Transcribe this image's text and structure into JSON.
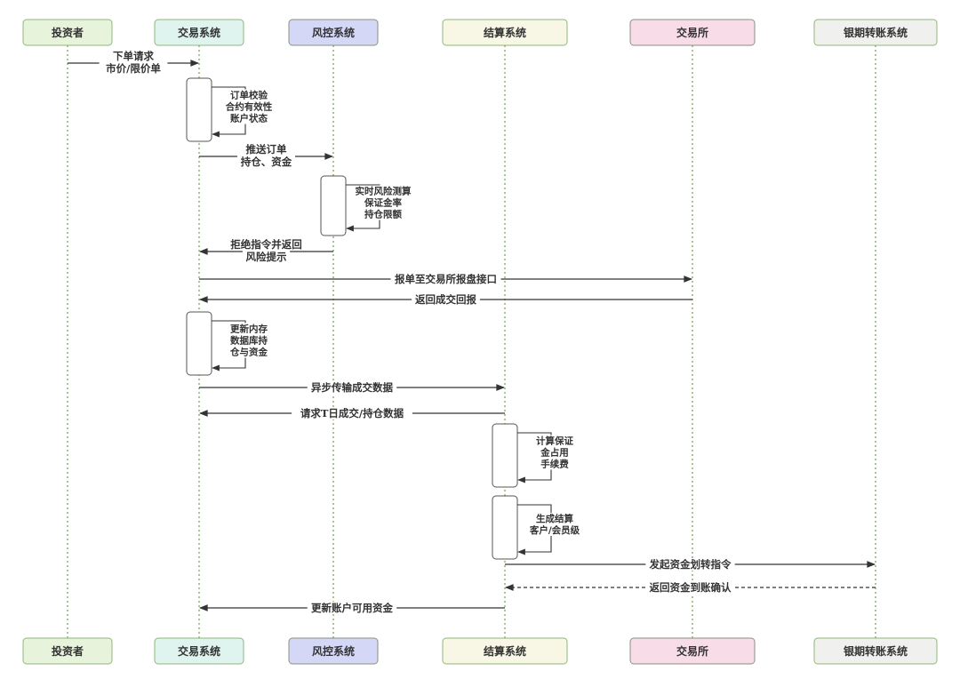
{
  "diagram": {
    "type": "sequence",
    "actors": [
      {
        "id": "investor",
        "label": "投资者",
        "fill": "#e8f3dc",
        "stroke": "#8fb57a"
      },
      {
        "id": "trading",
        "label": "交易系统",
        "fill": "#dff3ef",
        "stroke": "#8fb57a"
      },
      {
        "id": "risk",
        "label": "风控系统",
        "fill": "#d4d8f6",
        "stroke": "#8a9080"
      },
      {
        "id": "settlement",
        "label": "结算系统",
        "fill": "#f8f7e6",
        "stroke": "#8fb57a"
      },
      {
        "id": "exchange",
        "label": "交易所",
        "fill": "#f8dde9",
        "stroke": "#8a9080"
      },
      {
        "id": "bank",
        "label": "银期转账系统",
        "fill": "#f0f1ef",
        "stroke": "#8fb57a"
      }
    ],
    "lifeline_color": "#7aa35a",
    "line_color": "#333333",
    "steps": [
      {
        "kind": "message",
        "from": "investor",
        "to": "trading",
        "lines": [
          "下单请求",
          "市价/限价单"
        ],
        "style": "solid"
      },
      {
        "kind": "self",
        "actor": "trading",
        "lines": [
          "订单校验",
          "合约有效性",
          "账户状态"
        ]
      },
      {
        "kind": "message",
        "from": "trading",
        "to": "risk",
        "lines": [
          "推送订单",
          "持仓、资金"
        ],
        "style": "solid"
      },
      {
        "kind": "self",
        "actor": "risk",
        "lines": [
          "实时风险测算",
          "保证金率",
          "持仓限额"
        ]
      },
      {
        "kind": "message",
        "from": "risk",
        "to": "trading",
        "lines": [
          "拒绝指令并返回",
          "风险提示"
        ],
        "style": "solid"
      },
      {
        "kind": "message",
        "from": "trading",
        "to": "exchange",
        "lines": [
          "报单至交易所报盘接口"
        ],
        "style": "solid"
      },
      {
        "kind": "message",
        "from": "exchange",
        "to": "trading",
        "lines": [
          "返回成交回报"
        ],
        "style": "solid"
      },
      {
        "kind": "self",
        "actor": "trading",
        "lines": [
          "更新内存",
          "数据库持",
          "仓与资金"
        ]
      },
      {
        "kind": "message",
        "from": "trading",
        "to": "settlement",
        "lines": [
          "异步传输成交数据"
        ],
        "style": "solid"
      },
      {
        "kind": "message",
        "from": "settlement",
        "to": "trading",
        "lines": [
          "请求T日成交/持仓数据"
        ],
        "style": "solid"
      },
      {
        "kind": "self",
        "actor": "settlement",
        "lines": [
          "计算保证",
          "金占用",
          "手续费"
        ]
      },
      {
        "kind": "self",
        "actor": "settlement",
        "lines": [
          "生成结算",
          "客户/会员级"
        ]
      },
      {
        "kind": "message",
        "from": "settlement",
        "to": "bank",
        "lines": [
          "发起资金划转指令"
        ],
        "style": "solid"
      },
      {
        "kind": "message",
        "from": "bank",
        "to": "settlement",
        "lines": [
          "返回资金到账确认"
        ],
        "style": "dashed"
      },
      {
        "kind": "message",
        "from": "settlement",
        "to": "trading",
        "lines": [
          "更新账户可用资金"
        ],
        "style": "solid"
      }
    ]
  }
}
